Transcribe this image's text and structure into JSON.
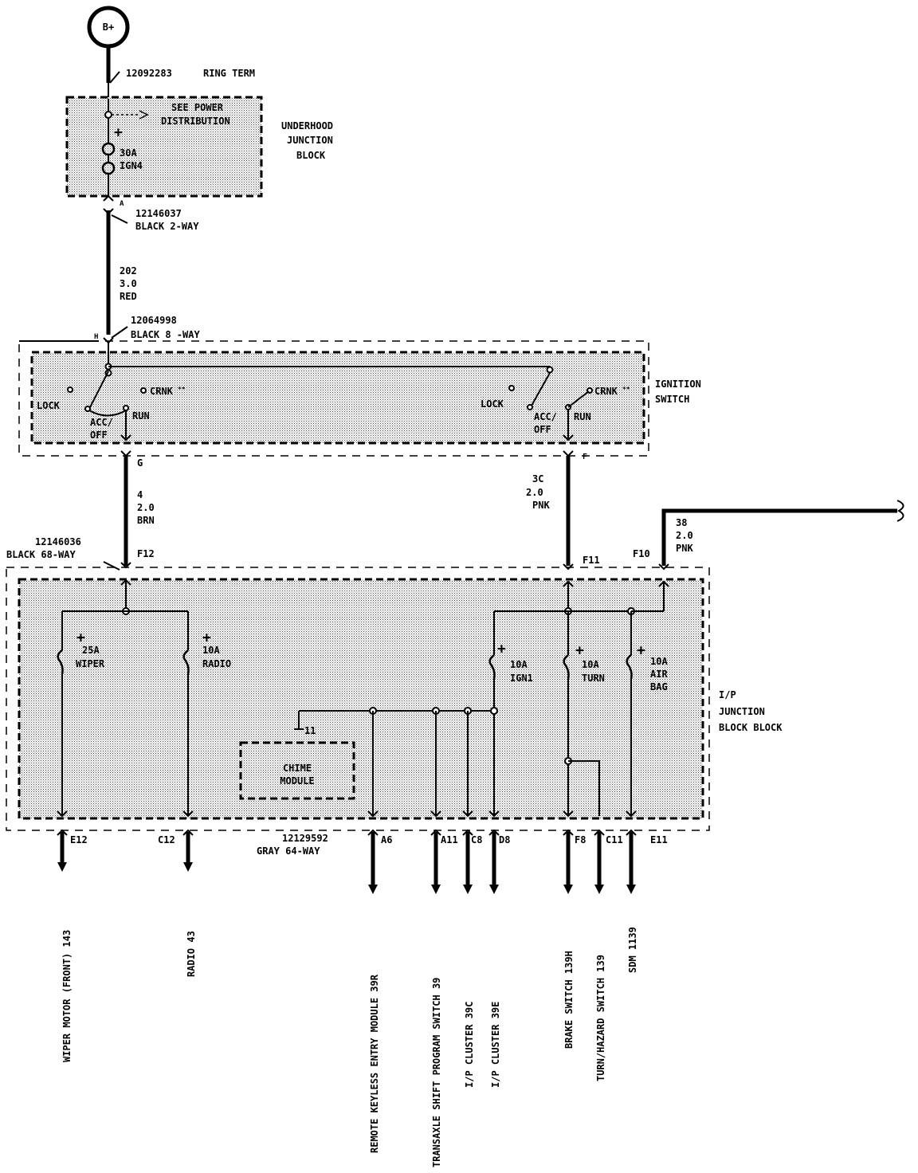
{
  "battery": "B+",
  "ring_term": {
    "part": "12092283",
    "label": "RING TERM"
  },
  "underhood": {
    "name": [
      "UNDERHOOD",
      "JUNCTION",
      "BLOCK"
    ],
    "see_power": [
      "SEE POWER",
      "DISTRIBUTION"
    ],
    "fuse": [
      "30A",
      "IGN4"
    ],
    "plus": "+"
  },
  "conn_a": {
    "pin": "A",
    "part": "12146037",
    "desc": "BLACK 2-WAY"
  },
  "wire_202": [
    "202",
    "3.0",
    "RED"
  ],
  "conn_h": {
    "pin": "H",
    "part": "12064998",
    "desc": "BLACK 8 -WAY"
  },
  "ignition": {
    "name": [
      "IGNITION",
      "SWITCH"
    ],
    "lock": "LOCK",
    "crnk": "CRNK",
    "crnk_sup": "**",
    "acc_off": [
      "ACC/",
      "OFF"
    ],
    "run": "RUN"
  },
  "pin_g": "G",
  "pin_f": "F",
  "wire_4": [
    "4",
    "2.0",
    "BRN"
  ],
  "wire_3c": [
    "3C",
    "2.0",
    "PNK"
  ],
  "wire_38": [
    "38",
    "2.0",
    "PNK"
  ],
  "conn_ip": {
    "part": "12146036",
    "desc": "BLACK 68-WAY"
  },
  "pins_top": {
    "f12": "F12",
    "f11": "F11",
    "f10": "F10"
  },
  "ip_junction": {
    "name": [
      "I/P",
      "JUNCTION",
      "BLOCK BLOCK"
    ]
  },
  "fuses": [
    {
      "amp": "25A",
      "name": "WIPER"
    },
    {
      "amp": "10A",
      "name": "RADIO"
    },
    {
      "amp": "10A",
      "name": "IGN1"
    },
    {
      "amp": "10A",
      "name": "TURN"
    },
    {
      "amp": "10A",
      "name": [
        "AIR",
        "BAG"
      ]
    }
  ],
  "chime": {
    "pin": "11",
    "name": [
      "CHIME",
      "MODULE"
    ]
  },
  "conn_gray": {
    "part": "12129592",
    "desc": "GRAY 64-WAY"
  },
  "pins_bottom": [
    "E12",
    "C12",
    "A6",
    "A11",
    "C8",
    "D8",
    "F8",
    "C11",
    "E11"
  ],
  "outputs": [
    "WIPER MOTOR (FRONT) 143",
    "RADIO 43",
    "REMOTE KEYLESS ENTRY MODULE 39R",
    "TRANSAXLE SHIFT PROGRAM SWITCH 39",
    "I/P CLUSTER 39C",
    "I/P CLUSTER 39E",
    "BRAKE SWITCH 139H",
    "TURN/HAZARD SWITCH 139",
    "SDM 1139"
  ],
  "icons": [
    "battery-terminal-icon",
    "fuse-icon",
    "splice-node-icon",
    "arrow-down-icon",
    "switch-contact-icon"
  ]
}
